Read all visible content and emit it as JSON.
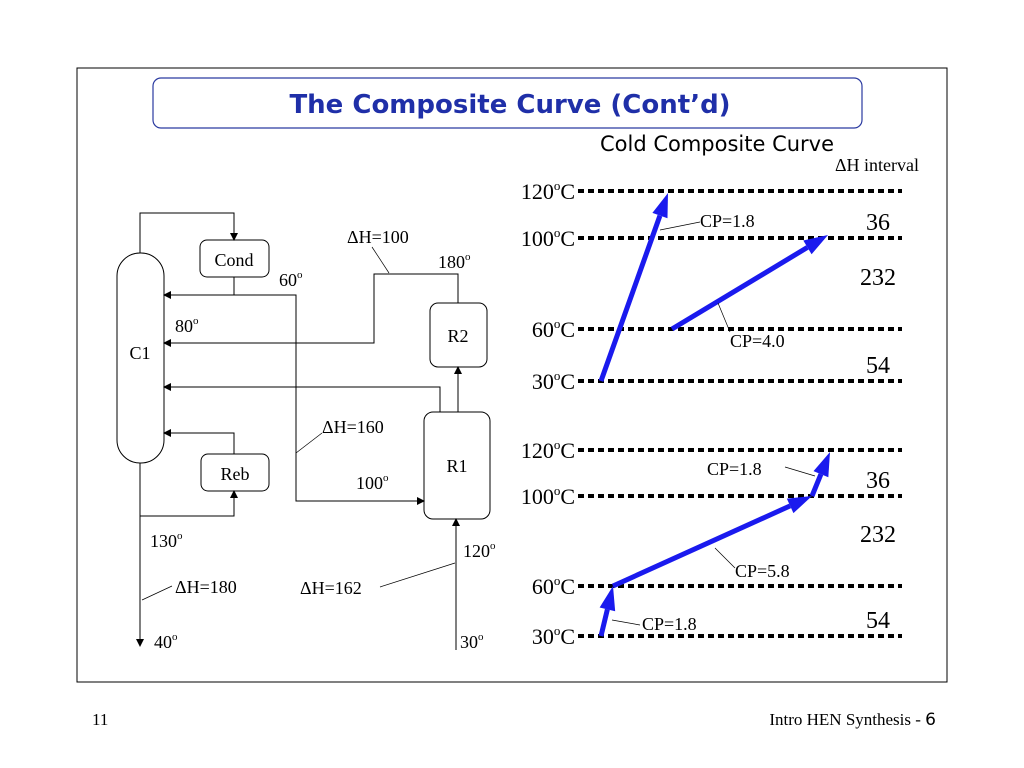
{
  "slide": {
    "title": "The Composite Curve (Cont’d)",
    "subtitle": "Cold Composite Curve",
    "interval_header": "ΔH interval",
    "page_number": "11",
    "footer_text": "Intro HEN Synthesis - ",
    "footer_page": "6"
  },
  "process": {
    "units": {
      "column": "C1",
      "condenser": "Cond",
      "reboiler": "Reb",
      "reactor1": "R1",
      "reactor2": "R2"
    },
    "labels": {
      "dh100": "ΔH=100",
      "dh160": "ΔH=160",
      "dh180": "ΔH=180",
      "dh162": "ΔH=162"
    },
    "temps": {
      "t60": [
        "60",
        "o"
      ],
      "t80": [
        "80",
        "o"
      ],
      "t180": [
        "180",
        "o"
      ],
      "t100": [
        "100",
        "o"
      ],
      "t130": [
        "130",
        "o"
      ],
      "t120": [
        "120",
        "o"
      ],
      "t40": [
        "40",
        "o"
      ],
      "t30": [
        "30",
        "o"
      ]
    }
  },
  "chart_data": [
    {
      "type": "line",
      "levels": [
        {
          "temp": 120,
          "label": [
            "120",
            "o",
            "C"
          ]
        },
        {
          "temp": 100,
          "label": [
            "100",
            "o",
            "C"
          ]
        },
        {
          "temp": 60,
          "label": [
            "60",
            "o",
            "C"
          ]
        },
        {
          "temp": 30,
          "label": [
            "30",
            "o",
            "C"
          ]
        }
      ],
      "interval_dH": [
        "36",
        "232",
        "54"
      ],
      "streams": [
        {
          "label": "CP=1.8",
          "CP": 1.8,
          "T_start": 30,
          "T_end": 120
        },
        {
          "label": "CP=4.0",
          "CP": 4.0,
          "T_start": 60,
          "T_end": 100
        }
      ]
    },
    {
      "type": "line",
      "levels": [
        {
          "temp": 120,
          "label": [
            "120",
            "o",
            "C"
          ]
        },
        {
          "temp": 100,
          "label": [
            "100",
            "o",
            "C"
          ]
        },
        {
          "temp": 60,
          "label": [
            "60",
            "o",
            "C"
          ]
        },
        {
          "temp": 30,
          "label": [
            "30",
            "o",
            "C"
          ]
        }
      ],
      "interval_dH": [
        "36",
        "232",
        "54"
      ],
      "segments": [
        {
          "label": "CP=1.8",
          "CP": 1.8,
          "T_start": 30,
          "T_end": 60
        },
        {
          "label": "CP=5.8",
          "CP": 5.8,
          "T_start": 60,
          "T_end": 100
        },
        {
          "label": "CP=1.8",
          "CP": 1.8,
          "T_start": 100,
          "T_end": 120
        }
      ]
    }
  ],
  "colors": {
    "arrow": "#1a1aee",
    "title": "#1f2fa8",
    "frame": "#000000"
  }
}
